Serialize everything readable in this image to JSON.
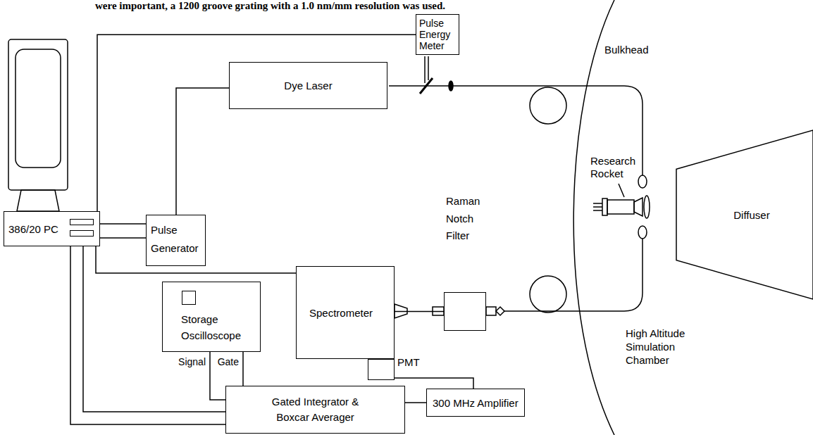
{
  "diagram": {
    "nodes": [
      {
        "text": [
          "Pulse Energy Meter"
        ]
      },
      {
        "text": [
          "Dye Laser"
        ]
      },
      {
        "text": [
          "386/20 PC"
        ]
      },
      {
        "text": [
          "Pulse Generator"
        ]
      },
      {
        "text": [
          "Raman Notch Filter"
        ]
      },
      {
        "text": [
          "Diffuser"
        ]
      },
      {
        "text": [
          "Spectrometer"
        ]
      },
      {
        "text": [
          "PMT"
        ]
      },
      {
        "text": [
          "Storage Oscilloscope"
        ]
      },
      {
        "text": [
          "Gated Integrator & Boxcar Averager"
        ]
      },
      {
        "text": [
          "300 MHz Amplifier"
        ]
      }
    ],
    "edges": [
      {
        "from": 2,
        "to": 0,
        "arrow": "none"
      },
      {
        "from": 2,
        "to": 3,
        "arrow": "none"
      },
      {
        "from": 2,
        "to": 3,
        "arrow": "none"
      },
      {
        "from": 3,
        "to": 1,
        "arrow": "none"
      },
      {
        "from": 2,
        "to": 6,
        "arrow": "none"
      },
      {
        "from": 2,
        "to": 9,
        "arrow": "none"
      },
      {
        "from": 2,
        "to": 9,
        "arrow": "none"
      },
      {
        "from": 6,
        "to": 4,
        "arrow": "none"
      },
      {
        "from": 7,
        "to": 10,
        "arrow": "none"
      },
      {
        "from": 10,
        "to": 9,
        "arrow": "none"
      },
      {
        "from": 8,
        "to": 9,
        "label": "Signal",
        "arrow": "none"
      },
      {
        "from": 8,
        "to": 9,
        "label": "Gate",
        "arrow": "none"
      }
    ],
    "labels": [
      "were important, a 1200 groove grating with a 1.0 nm/mm resolution was used.",
      "Bulkhead",
      "Research Rocket",
      "High Altitude Simulation Chamber"
    ]
  }
}
